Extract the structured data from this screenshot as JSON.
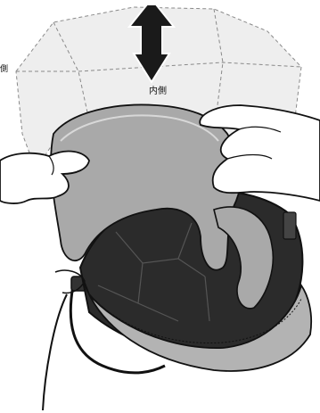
{
  "labels": {
    "inside": "内側",
    "left_fragment": "側"
  },
  "colors": {
    "pad_outline": "#777777",
    "liner_light_gray": "#a9a9a9",
    "liner_edge": "#cfcfcf",
    "helmet_shell_dark": "#2b2b2b",
    "visor_gray": "#b3b3b3",
    "ink": "#111111",
    "arrow": "#1a1a1a"
  },
  "icons": {
    "arrow": "double-headed-vertical-arrow"
  }
}
